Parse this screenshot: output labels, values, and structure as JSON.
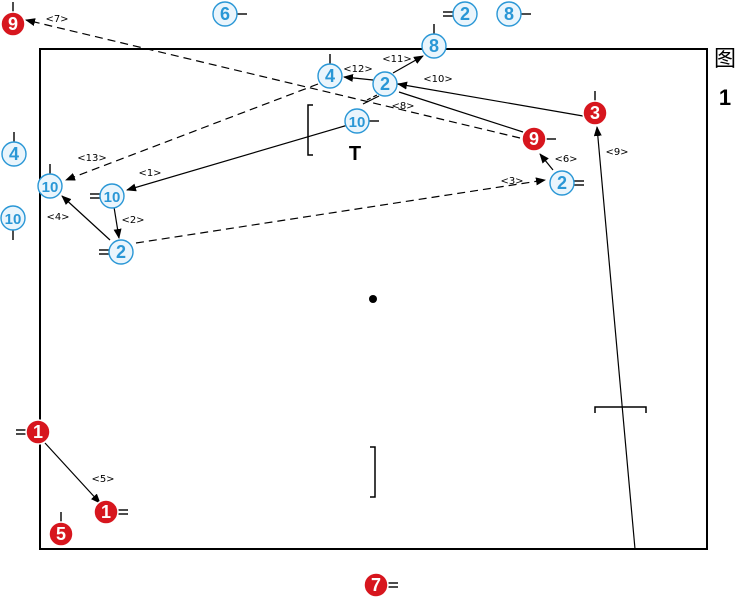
{
  "figure": {
    "label_char": "图",
    "label_num": "1"
  },
  "colors": {
    "blue": "#2a97d6",
    "red": "#d7161e",
    "line": "#000000",
    "white": "#ffffff"
  },
  "players": [
    {
      "id": "r9-top",
      "team": "red",
      "num": "9"
    },
    {
      "id": "b6-top",
      "team": "blue",
      "num": "6"
    },
    {
      "id": "b2-top",
      "team": "blue",
      "num": "2"
    },
    {
      "id": "b8-top",
      "team": "blue",
      "num": "8"
    },
    {
      "id": "b8",
      "team": "blue",
      "num": "8"
    },
    {
      "id": "b4-a",
      "team": "blue",
      "num": "4"
    },
    {
      "id": "b2-a",
      "team": "blue",
      "num": "2"
    },
    {
      "id": "b10-a",
      "team": "blue",
      "num": "10"
    },
    {
      "id": "r3",
      "team": "red",
      "num": "3"
    },
    {
      "id": "r9",
      "team": "red",
      "num": "9"
    },
    {
      "id": "b2-b",
      "team": "blue",
      "num": "2"
    },
    {
      "id": "b4-left",
      "team": "blue",
      "num": "4"
    },
    {
      "id": "b10-left",
      "team": "blue",
      "num": "10"
    },
    {
      "id": "b10-lower",
      "team": "blue",
      "num": "10"
    },
    {
      "id": "b10-b",
      "team": "blue",
      "num": "10"
    },
    {
      "id": "b2-c",
      "team": "blue",
      "num": "2"
    },
    {
      "id": "r1-a",
      "team": "red",
      "num": "1"
    },
    {
      "id": "r1-b",
      "team": "red",
      "num": "1"
    },
    {
      "id": "r5",
      "team": "red",
      "num": "5"
    },
    {
      "id": "r7",
      "team": "red",
      "num": "7"
    }
  ],
  "arrows": [
    {
      "id": "a1",
      "label": "<1>",
      "style": "solid"
    },
    {
      "id": "a2",
      "label": "<2>",
      "style": "solid"
    },
    {
      "id": "a3",
      "label": "<3>",
      "style": "dashed"
    },
    {
      "id": "a4",
      "label": "<4>",
      "style": "solid"
    },
    {
      "id": "a5",
      "label": "<5>",
      "style": "solid"
    },
    {
      "id": "a6",
      "label": "<6>",
      "style": "solid"
    },
    {
      "id": "a7",
      "label": "<7>",
      "style": "dashed"
    },
    {
      "id": "a8",
      "label": "<8>",
      "style": "dashed"
    },
    {
      "id": "a9",
      "label": "<9>",
      "style": "solid"
    },
    {
      "id": "a10",
      "label": "<10>",
      "style": "solid"
    },
    {
      "id": "a11",
      "label": "<11>",
      "style": "solid"
    },
    {
      "id": "a12",
      "label": "<12>",
      "style": "solid"
    },
    {
      "id": "a13",
      "label": "<13>",
      "style": "dashed"
    }
  ],
  "marker_t": "T"
}
